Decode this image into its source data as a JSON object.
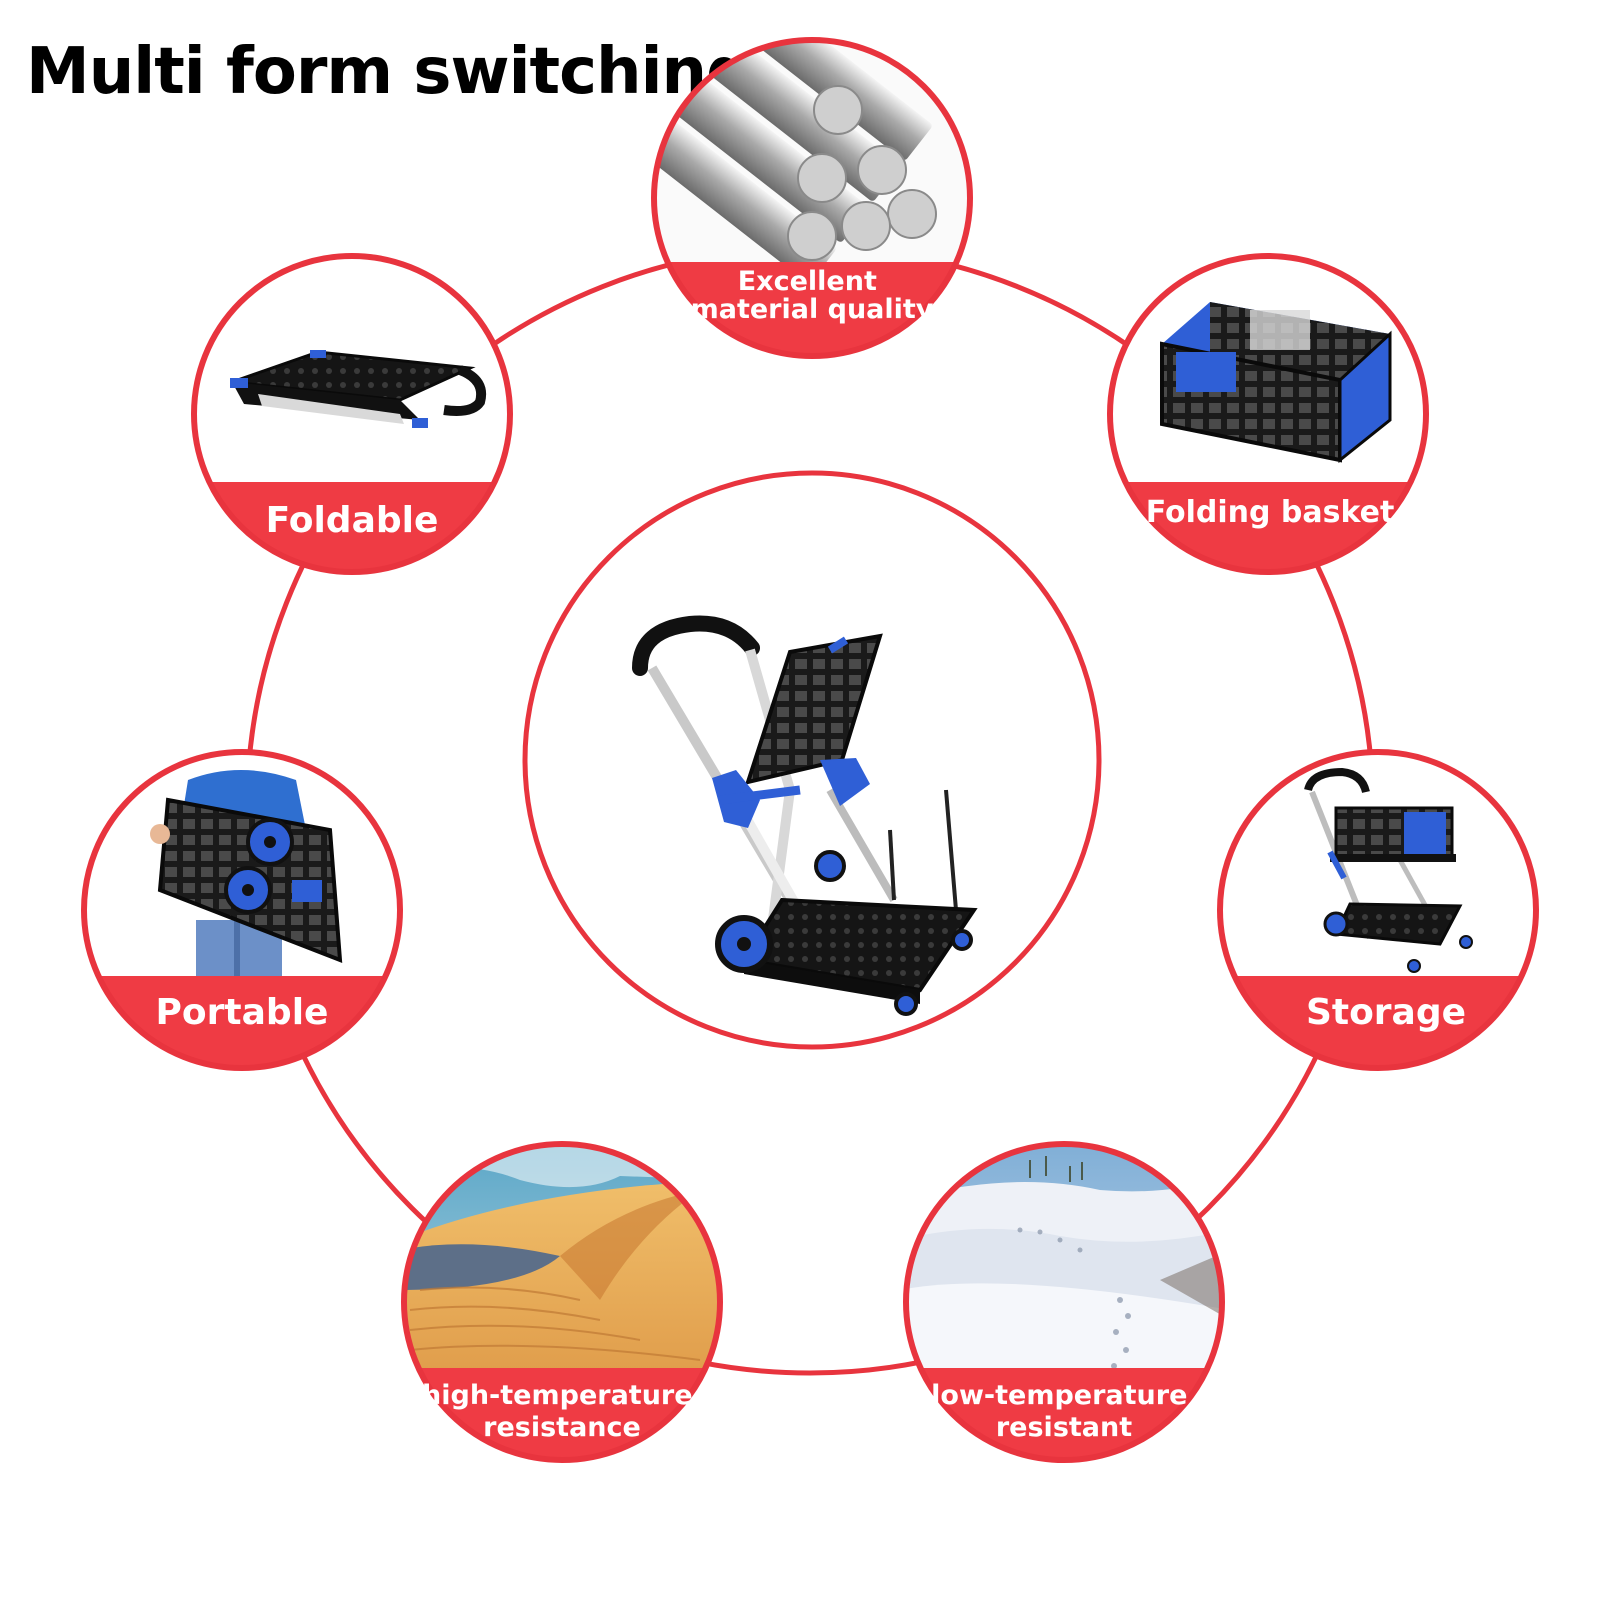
{
  "title": "Multi form switching",
  "colors": {
    "ring": "#e8343e",
    "band": "#ef3b44",
    "cart_black": "#151515",
    "cart_blue": "#2f5fd6",
    "sand": "#e8a85a",
    "snow": "#eef1f7",
    "sky": "#7fb9d6"
  },
  "features": [
    {
      "id": "material",
      "lines": [
        "Excellent",
        "material quality"
      ],
      "icon": "steel-rods-icon"
    },
    {
      "id": "basket",
      "lines": [
        "Folding basket"
      ],
      "icon": "folding-basket-icon"
    },
    {
      "id": "storage",
      "lines": [
        "Storage"
      ],
      "icon": "cart-with-basket-icon"
    },
    {
      "id": "low-temp",
      "lines": [
        "low-temperature",
        "resistant"
      ],
      "icon": "snow-landscape-icon"
    },
    {
      "id": "high-temp",
      "lines": [
        "high-temperature",
        "resistance"
      ],
      "icon": "desert-dune-icon"
    },
    {
      "id": "portable",
      "lines": [
        "Portable"
      ],
      "icon": "person-carrying-cart-icon"
    },
    {
      "id": "foldable",
      "lines": [
        "Foldable"
      ],
      "icon": "folded-cart-icon"
    }
  ],
  "center": {
    "icon": "two-tier-cart-icon"
  }
}
